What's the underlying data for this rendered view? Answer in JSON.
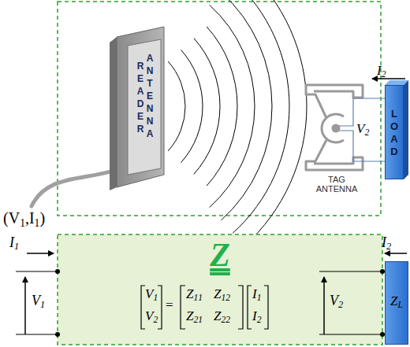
{
  "diagram": {
    "nodes": [
      {
        "text": [
          "READER",
          "ANTENNA"
        ]
      },
      {
        "text": [
          "LOAD"
        ]
      },
      {
        "text": [
          "Z"
        ]
      },
      {
        "text": [
          "ZL"
        ]
      }
    ],
    "edges": [
      {
        "from": 2,
        "to": 3,
        "arrow": "none"
      }
    ],
    "labels": [
      "(V1,I1)",
      "I2",
      "V2",
      "TAG ANTENNA",
      "I1",
      "V1",
      "I2",
      "V2",
      "V1",
      "V2",
      "=",
      "Z11",
      "Z12",
      "Z21",
      "Z22",
      "I1",
      "I2"
    ]
  }
}
